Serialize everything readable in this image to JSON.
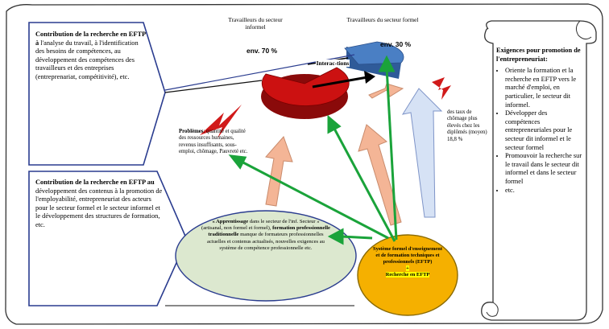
{
  "left_top_box": {
    "title": "Contribution de la recherche en EFTP à",
    "body": "l'analyse du travail, à l'identification des besoins de compétences, au développement des compétences des travailleurs et des entreprises (entreprenariat, compétitivité), etc."
  },
  "left_bottom_box": {
    "title": "Contribution de la recherche en EFTP au",
    "body": "développement des contenus à la promotion de l'employabilité, entrepreneuriat des acteurs pour le secteur formel et le secteur informel et le développement des structures de formation, etc."
  },
  "pie": {
    "informal_label": "Travailleurs du secteur informel",
    "informal_pct": "env. 70 %",
    "formal_label": "Travailleurs du secteur formel",
    "formal_pct": "env. 30 %",
    "interactions_label": "Interac-tions"
  },
  "problems": {
    "title": "Problèmes",
    "body": ": quantité et qualité des ressources humaines, revenus insuffisants, sous-emploi, chômage, Pauvreté etc."
  },
  "unemployment_note": "des taux de chômage plus élevés chez les diplômés (moyen) 18,8 %",
  "ellipse": {
    "part1": "« Apprentissage",
    "part2": " dans le secteur de l'inf. Secteur » (artisanal, non formel et formel), ",
    "part3": "formation professionnelle traditionnelle",
    "part4": " manque de formateurs professionnelles actuelles et contenus actualisés, nouvelles exigences au système de compétence professionnelle etc."
  },
  "orange_ellipse": {
    "text": "Système formel d'enseignement et de formation techniques et professionnels (EFTP)",
    "plus": "+",
    "research": "Recherche en EFTP"
  },
  "right_scroll": {
    "title": "Exigences pour promotion de l'entrepreneuriat:",
    "items": [
      "Oriente la formation et la recherche en EFTP vers le marché d'emploi, en particulier, le secteur dit informel.",
      "Développer des compétences entrepreneuriales pour le secteur dit informel et le secteur formel",
      "Promouvoir la recherche sur le travail dans le secteur dit informel et dans le secteur formel",
      "etc."
    ]
  },
  "colors": {
    "pie_red": "#cc1111",
    "pie_blue": "#4a7fc4",
    "ellipse_green": "#dce8cf",
    "ellipse_orange": "#f5b000",
    "arrow_green": "#1aa33a",
    "arrow_peach": "#f4b596",
    "arrow_lightblue": "#d6e2f5",
    "box_border": "#2a3c8f"
  }
}
